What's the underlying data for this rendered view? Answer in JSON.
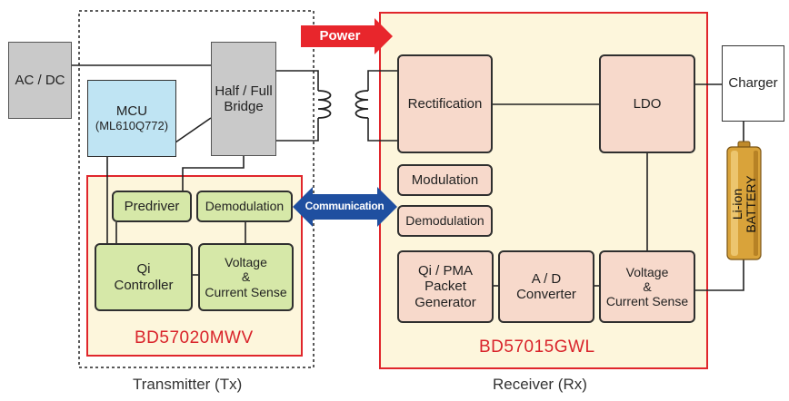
{
  "transmitter": {
    "ac_dc": "AC / DC",
    "mcu_title": "MCU",
    "mcu_part": "(ML610Q772)",
    "bridge_line1": "Half / Full",
    "bridge_line2": "Bridge",
    "predriver": "Predriver",
    "demodulation": "Demodulation",
    "qi_line1": "Qi",
    "qi_line2": "Controller",
    "vc_line1": "Voltage",
    "vc_line2": "&",
    "vc_line3": "Current Sense",
    "chip": "BD57020MWV",
    "caption": "Transmitter (Tx)"
  },
  "arrows": {
    "power": "Power",
    "communication": "Communication"
  },
  "receiver": {
    "rectification": "Rectification",
    "ldo": "LDO",
    "modulation": "Modulation",
    "demodulation": "Demodulation",
    "pkt_line1": "Qi / PMA",
    "pkt_line2": "Packet",
    "pkt_line3": "Generator",
    "ad_line1": "A / D",
    "ad_line2": "Converter",
    "vc_line1": "Voltage",
    "vc_line2": "&",
    "vc_line3": "Current Sense",
    "chip": "BD57015GWL",
    "caption": "Receiver (Rx)"
  },
  "charger": "Charger",
  "battery": {
    "line1": "Li-ion",
    "line2": "BATTERY"
  },
  "colors": {
    "power_arrow": "#e8262c",
    "comm_arrow": "#1f4fa0",
    "chip_border": "#e0262c",
    "zone_fill": "#fdf6dc",
    "green_block": "#d6e8a8",
    "pink_block": "#f7d9cb",
    "mcu_block": "#bfe4f3",
    "gray_block": "#c9c9c9",
    "battery": "#d9a33a"
  }
}
